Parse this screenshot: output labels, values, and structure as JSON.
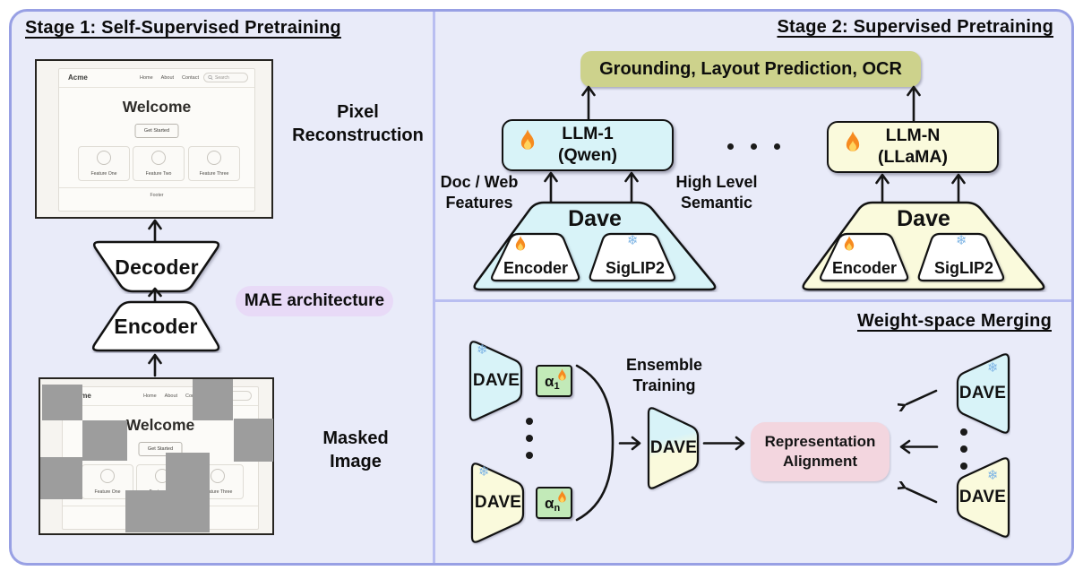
{
  "colors": {
    "panel_bg": "#E9EBF9",
    "panel_border": "#98A0E4",
    "divider": "#B9BEF1",
    "cyan": "#D8F3F8",
    "yellow": "#FAFADC",
    "olive": "#CDD28C",
    "purple": "#E8DAF7",
    "pink": "#F3D6DF",
    "green": "#C2EAB8",
    "white": "#FFFFFF",
    "gray_patch": "#9D9D9D",
    "snowflake_blue": "#7FB5E5",
    "flame_orange": "#F68A1F",
    "flame_yellow": "#FFD45E",
    "ink": "#111111"
  },
  "stage1": {
    "title": "Stage 1: Self-Supervised Pretraining",
    "pixel_label": "Pixel Reconstruction",
    "decoder_label": "Decoder",
    "encoder_label": "Encoder",
    "mae_badge": "MAE architecture",
    "masked_label": "Masked Image"
  },
  "mock": {
    "logo": "Acme",
    "nav": [
      "Home",
      "About",
      "Contact"
    ],
    "search_placeholder": "Search",
    "heading": "Welcome",
    "cta": "Get Started",
    "features": [
      "Feature One",
      "Feature Two",
      "Feature Three"
    ],
    "footer": "Footer"
  },
  "stage2": {
    "title": "Stage 2: Supervised Pretraining",
    "task_banner": "Grounding, Layout Prediction, OCR",
    "llm1_name": "LLM-1",
    "llm1_sub": "(Qwen)",
    "llmn_name": "LLM-N",
    "llmn_sub": "(LLaMA)",
    "doc_web_label": "Doc / Web Features",
    "high_level_label": "High Level Semantic",
    "dave_label": "Dave",
    "encoder_label": "Encoder",
    "siglip_label": "SigLIP2"
  },
  "stage3": {
    "title": "Weight-space Merging",
    "dave_label": "DAVE",
    "alpha1_base": "α",
    "alpha1_sub": "1",
    "alphan_base": "α",
    "alphan_sub": "n",
    "ensemble_label": "Ensemble Training",
    "representation_label": "Representation Alignment"
  },
  "icons": {
    "snowflake": "❄"
  }
}
